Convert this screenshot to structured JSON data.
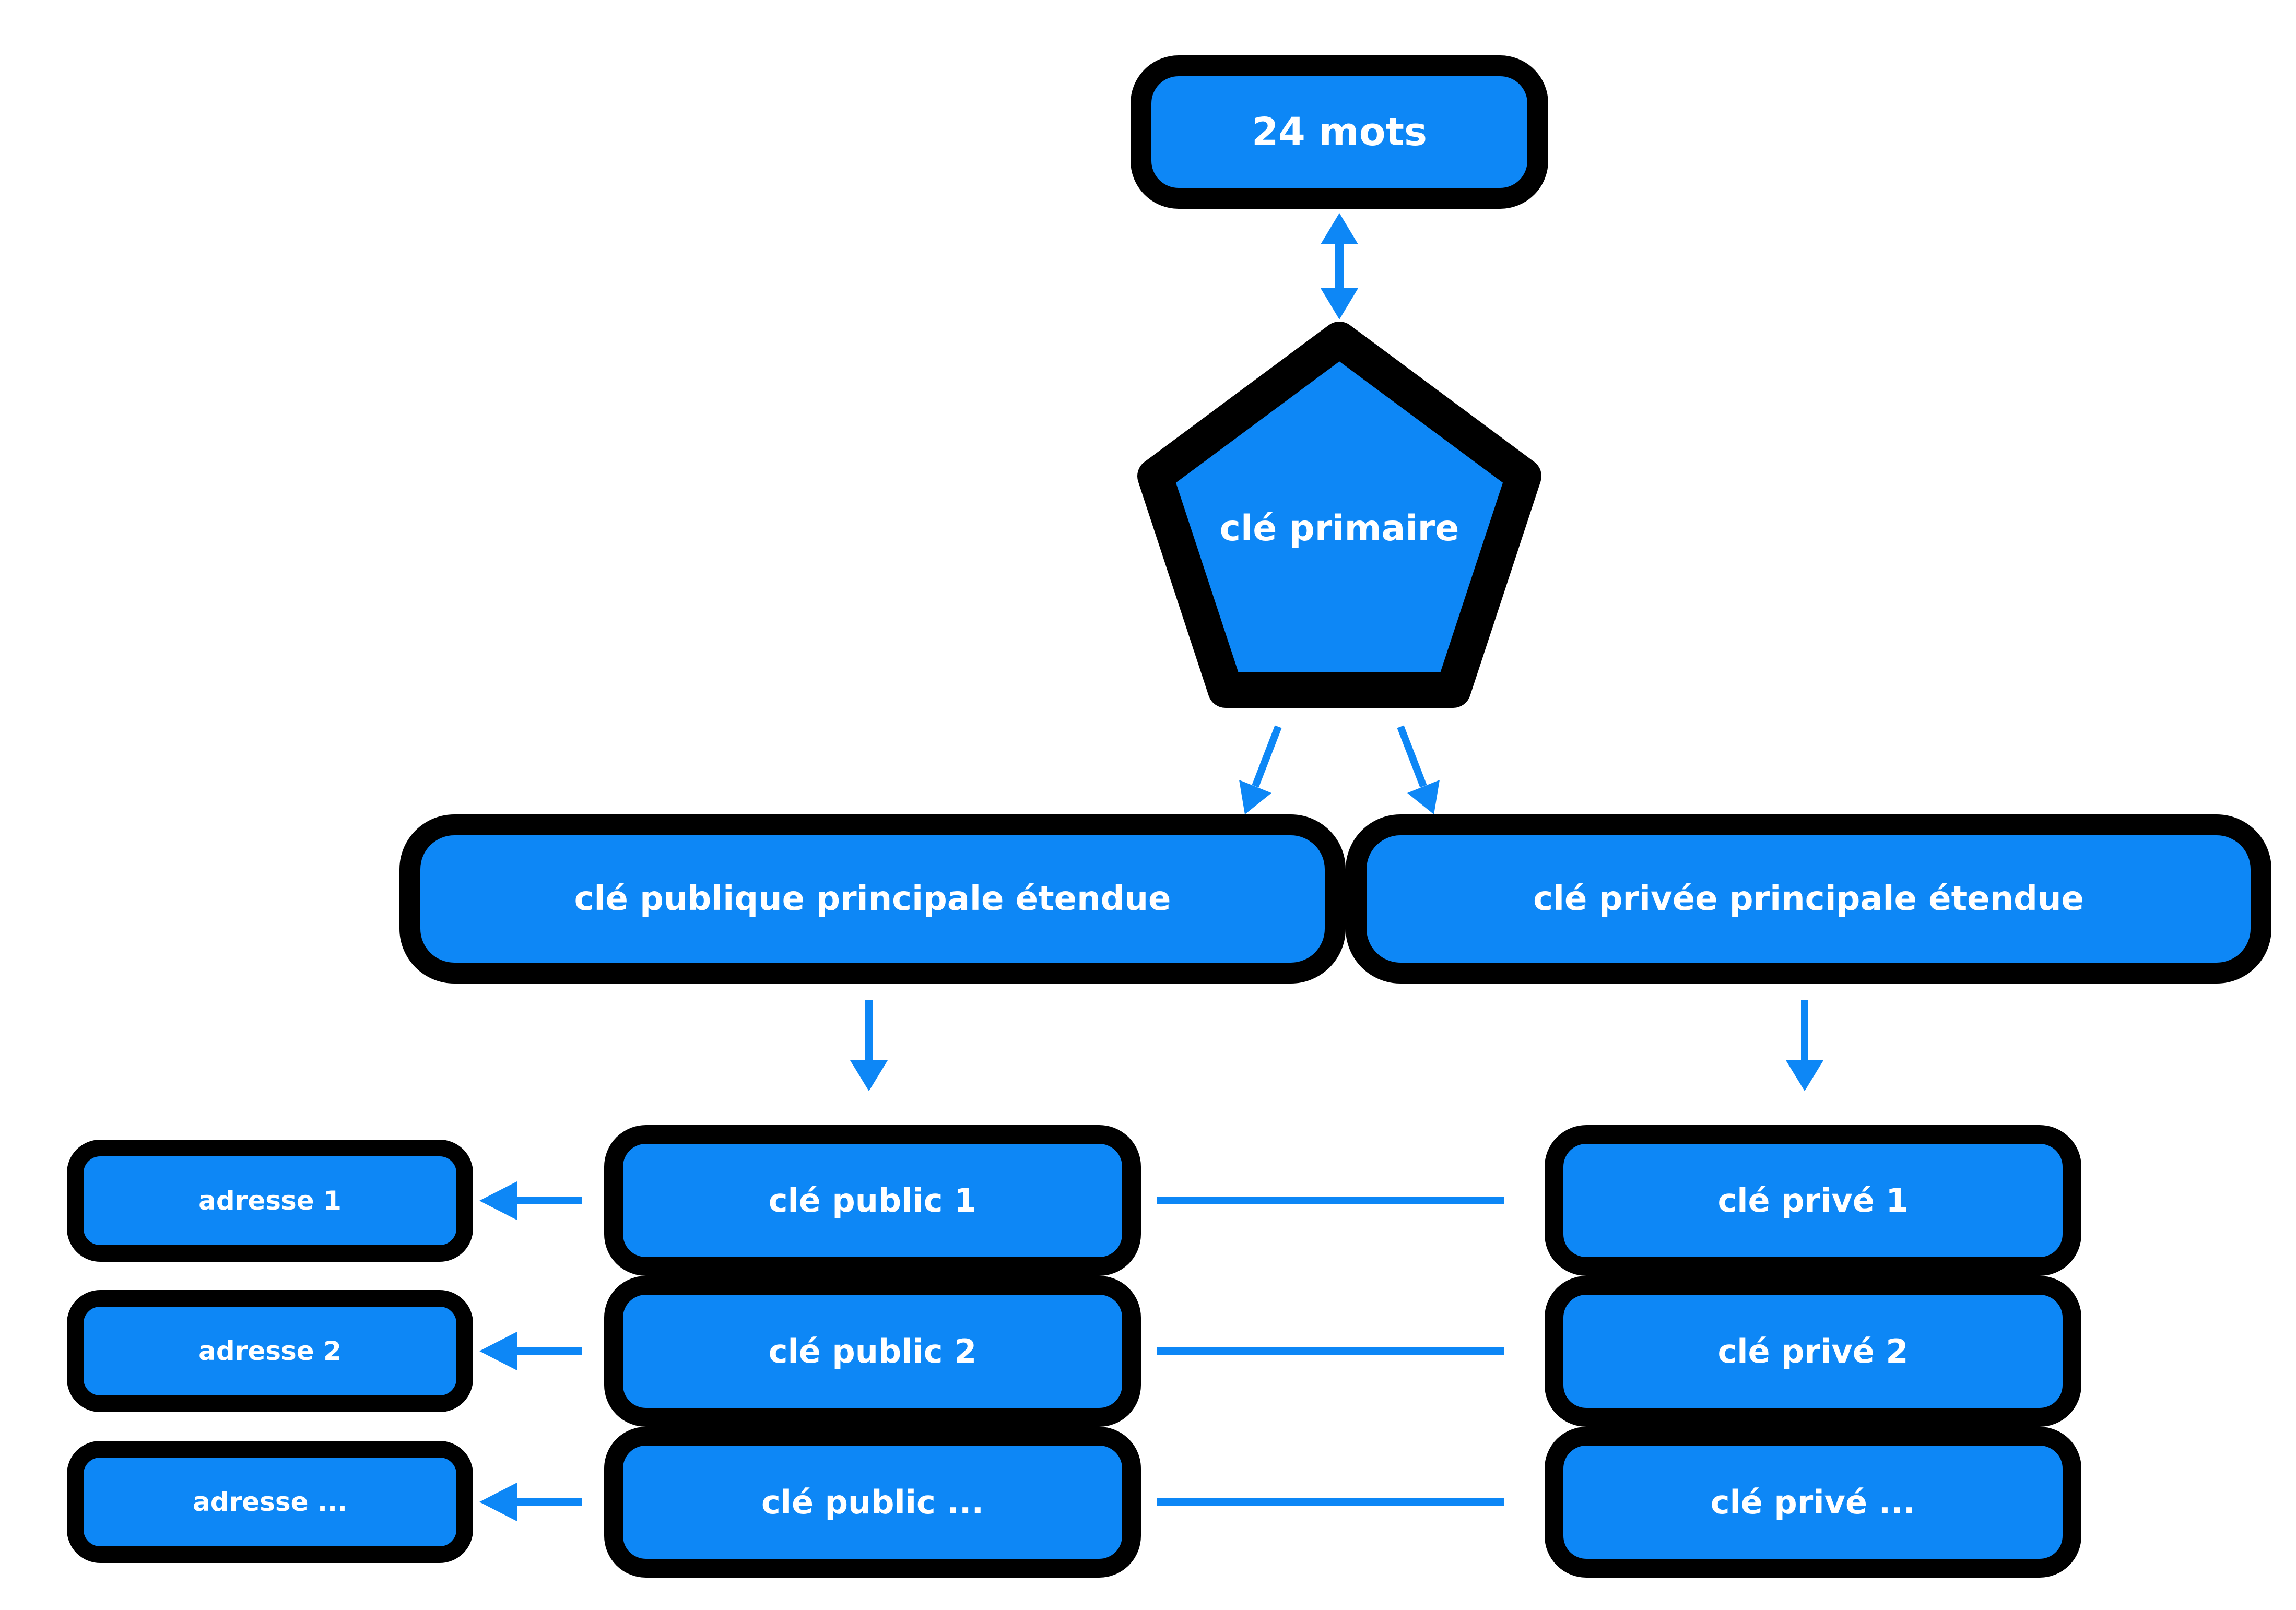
{
  "diagram": {
    "colors": {
      "accent_blue": "#0d87f6",
      "outline_black": "#000000",
      "label_white": "#ffffff",
      "background": "#ffffff"
    },
    "seed": {
      "label": "24 mots"
    },
    "primary_key": {
      "label": "clé primaire"
    },
    "extended_keys": {
      "public": {
        "label": "clé publique principale étendue"
      },
      "private": {
        "label": "clé privée principale étendue"
      }
    },
    "public_keys": [
      {
        "label": "clé public 1"
      },
      {
        "label": "clé public 2"
      },
      {
        "label": "clé public ..."
      }
    ],
    "private_keys": [
      {
        "label": "clé privé 1"
      },
      {
        "label": "clé privé 2"
      },
      {
        "label": "clé privé ..."
      }
    ],
    "addresses": [
      {
        "label": "adresse 1"
      },
      {
        "label": "adresse 2"
      },
      {
        "label": "adresse ..."
      }
    ]
  }
}
